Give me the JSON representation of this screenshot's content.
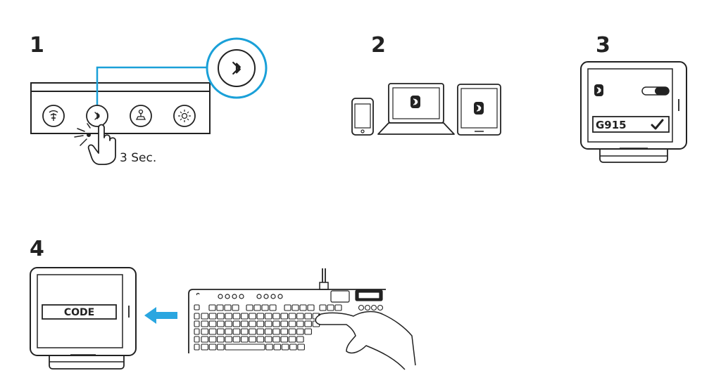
{
  "steps": [
    {
      "number": "1"
    },
    {
      "number": "2"
    },
    {
      "number": "3"
    },
    {
      "number": "4"
    }
  ],
  "step1": {
    "hold_duration": "3 Sec."
  },
  "step3": {
    "device_name": "G915"
  },
  "step4": {
    "code_label": "CODE"
  },
  "colors": {
    "accent": "#1aa0d8",
    "line": "#222222",
    "arrow": "#2aa6e0"
  },
  "icons": [
    "lightspeed-icon",
    "bluetooth-icon",
    "game-mode-icon",
    "brightness-icon",
    "press-hand-icon",
    "phone-icon",
    "laptop-icon",
    "tablet-icon",
    "toggle-icon",
    "checkmark-icon",
    "keyboard-icon",
    "arrow-left-icon"
  ]
}
